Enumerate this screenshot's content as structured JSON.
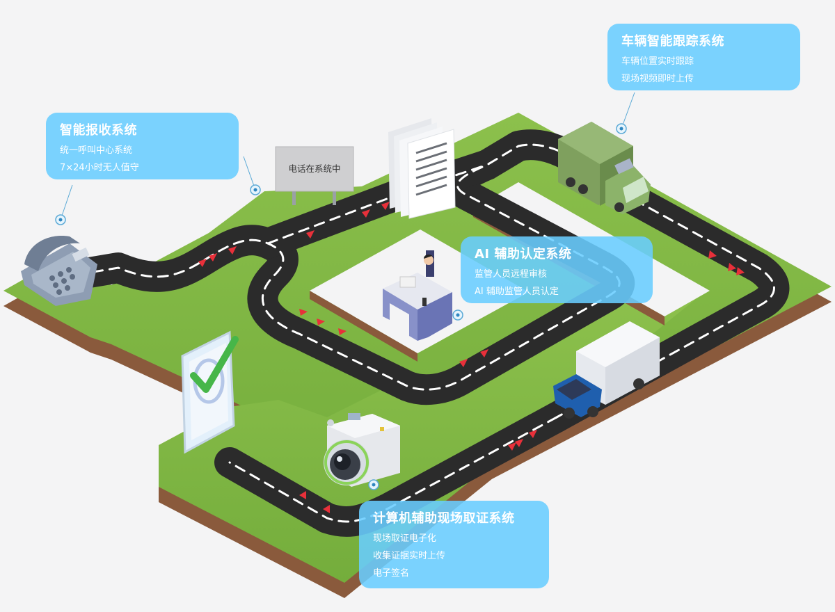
{
  "billboard": {
    "text": "电话在系统中"
  },
  "callouts": {
    "reception": {
      "title": "智能报收系统",
      "lines": [
        "统一呼叫中心系统",
        "7×24小时无人值守"
      ]
    },
    "tracking": {
      "title": "车辆智能跟踪系统",
      "lines": [
        "车辆位置实时跟踪",
        "现场视频即时上传"
      ]
    },
    "ai": {
      "title": "AI 辅助认定系统",
      "lines": [
        "监管人员远程审核",
        "AI 辅助监管人员认定"
      ]
    },
    "evidence": {
      "title": "计算机辅助现场取证系统",
      "lines": [
        "现场取证电子化",
        "收集证据实时上传",
        "电子签名"
      ]
    }
  },
  "colors": {
    "callout": "#69cdff",
    "grass": "#7fb843",
    "soil": "#8a5a3c",
    "road": "#2b2b2b",
    "arrow": "#e8303a",
    "dash": "#ffffff"
  },
  "icons": [
    "telephone-icon",
    "billboard-icon",
    "documents-icon",
    "green-truck-icon",
    "office-desk-icon",
    "phone-check-icon",
    "camera-icon",
    "blue-truck-icon"
  ]
}
